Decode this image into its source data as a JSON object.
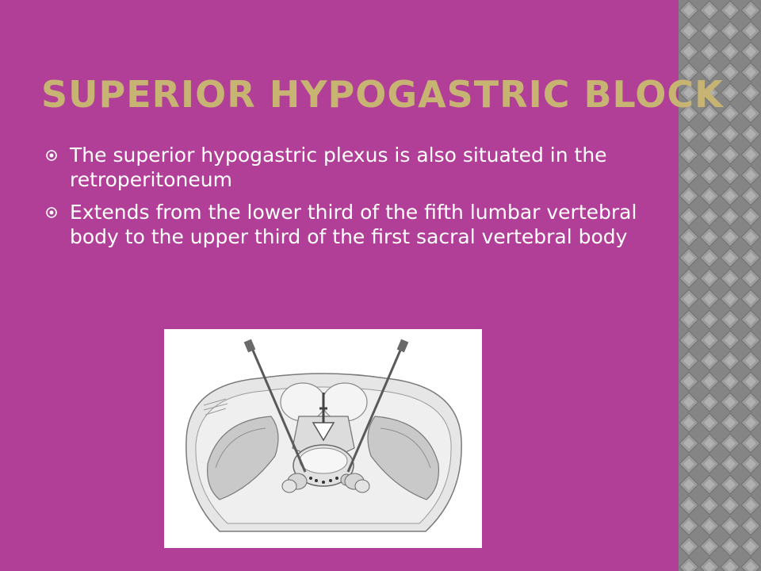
{
  "slide": {
    "title": "Superior Hypogastric Block",
    "bullets": [
      {
        "text": "The superior hypogastric plexus is also situated in the retroperitoneum"
      },
      {
        "text": "Extends from the lower third of the fifth lumbar vertebral body to the upper third of the first sacral vertebral body"
      }
    ],
    "figure": {
      "type": "anatomical-cross-section-illustration",
      "icon": "needle-block-diagram"
    }
  },
  "colors": {
    "background": "#b13f97",
    "title": "#c8b472",
    "text": "#ffffff",
    "side_pattern": "#8a8a8a"
  }
}
